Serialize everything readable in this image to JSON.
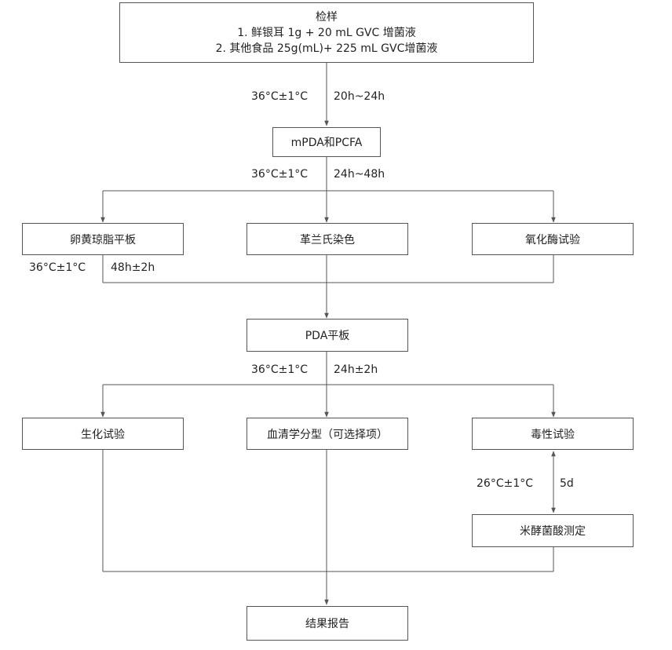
{
  "nodes": {
    "sample": {
      "title": "检样",
      "line1": "1. 鲜银耳 1g + 20 mL GVC 增菌液",
      "line2": "2. 其他食品 25g(mL)+ 225 mL GVC增菌液"
    },
    "mpda": "mPDA和PCFA",
    "egg_yolk": "卵黄琼脂平板",
    "gram_stain": "革兰氏染色",
    "oxidase": "氧化酶试验",
    "pda": "PDA平板",
    "biochem": "生化试验",
    "serology": "血清学分型（可选择项）",
    "toxicity": "毒性试验",
    "bongkrekic": "米酵菌酸测定",
    "report": "结果报告"
  },
  "conditions": {
    "c1_temp": "36°C±1°C",
    "c1_time": "20h~24h",
    "c2_temp": "36°C±1°C",
    "c2_time": "24h~48h",
    "c3_temp": "36°C±1°C",
    "c3_time": "48h±2h",
    "c4_temp": "36°C±1°C",
    "c4_time": "24h±2h",
    "c5_temp": "26°C±1°C",
    "c5_time": "5d"
  },
  "colors": {
    "line": "#555555",
    "border": "#555555",
    "text": "#222222"
  }
}
